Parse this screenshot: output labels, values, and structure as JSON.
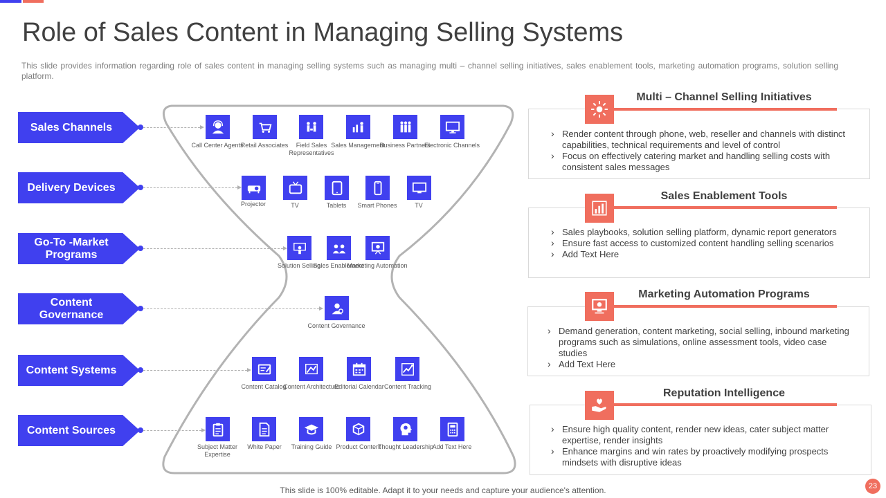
{
  "title": "Role of Sales Content in Managing Selling Systems",
  "subtitle": "This slide provides information regarding role of sales content in managing selling systems such as managing multi – channel selling initiatives, sales enablement tools, marketing automation programs, solution selling platform.",
  "colors": {
    "primary": "#4040ef",
    "accent": "#f06e5e",
    "text": "#404040",
    "border": "#d9d9d9"
  },
  "rows": [
    {
      "label": "Sales Channels",
      "items": [
        {
          "label": "Call Center Agents",
          "icon": "call-center-agent-icon"
        },
        {
          "label": "Retail Associates",
          "icon": "retail-cart-icon"
        },
        {
          "label": "Field Sales Representatives",
          "icon": "field-sales-people-icon"
        },
        {
          "label": "Sales Management",
          "icon": "sales-management-icon"
        },
        {
          "label": "Business Partners",
          "icon": "business-partners-icon"
        },
        {
          "label": "Electronic Channels",
          "icon": "electronic-channel-icon"
        }
      ]
    },
    {
      "label": "Delivery Devices",
      "items": [
        {
          "label": "Projector",
          "icon": "projector-icon"
        },
        {
          "label": "TV",
          "icon": "retro-tv-icon"
        },
        {
          "label": "Tablets",
          "icon": "tablet-icon"
        },
        {
          "label": "Smart Phones",
          "icon": "smartphone-icon"
        },
        {
          "label": "TV",
          "icon": "monitor-tv-icon"
        }
      ]
    },
    {
      "label": "Go-To -Market Programs",
      "items": [
        {
          "label": "Solution Selling",
          "icon": "solution-selling-icon"
        },
        {
          "label": "Sales Enablement",
          "icon": "sales-enablement-icon"
        },
        {
          "label": "Marketing Automation",
          "icon": "marketing-automation-icon"
        }
      ]
    },
    {
      "label": "Content Governance",
      "items": [
        {
          "label": "Content Governance",
          "icon": "content-governance-icon"
        }
      ]
    },
    {
      "label": "Content Systems",
      "items": [
        {
          "label": "Content Catalog",
          "icon": "content-catalog-icon"
        },
        {
          "label": "Content Architecture",
          "icon": "content-architecture-icon"
        },
        {
          "label": "Editorial Calendar",
          "icon": "calendar-icon"
        },
        {
          "label": "Content Tracking",
          "icon": "tracking-chart-icon"
        }
      ]
    },
    {
      "label": "Content Sources",
      "items": [
        {
          "label": "Subject Matter Expertise",
          "icon": "clipboard-checklist-icon"
        },
        {
          "label": "White Paper",
          "icon": "document-icon"
        },
        {
          "label": "Training Guide",
          "icon": "graduation-cap-icon"
        },
        {
          "label": "Product Content",
          "icon": "product-box-icon"
        },
        {
          "label": "Thought Leadership",
          "icon": "thought-head-icon"
        },
        {
          "label": "Add Text Here",
          "icon": "calculator-icon"
        }
      ]
    }
  ],
  "cards": [
    {
      "heading": "Multi – Channel Selling Initiatives",
      "icon": "sun-network-icon",
      "bullets": [
        "Render content through phone, web, reseller and channels with distinct capabilities, technical requirements  and level  of control",
        "Focus on effectively  catering market and handling selling costs with consistent sales messages"
      ]
    },
    {
      "heading": "Sales Enablement Tools",
      "icon": "bar-chart-icon",
      "bullets": [
        "Sales playbooks, solution selling platform,  dynamic report generators",
        "Ensure fast access to customized content handling  selling scenarios",
        "Add Text Here"
      ]
    },
    {
      "heading": "Marketing Automation Programs",
      "icon": "automation-monitor-icon",
      "bullets": [
        "Demand  generation,  content  marketing,  social  selling,  inbound marketing programs  such as simulations,  online assessment tools, video case studies",
        "Add Text Here"
      ]
    },
    {
      "heading": "Reputation Intelligence",
      "icon": "hand-heart-icon",
      "bullets": [
        "Ensure high quality content, render new ideas, cater subject matter expertise, render insights",
        "Enhance margins and win rates by proactively  modifying prospects mindsets with disruptive  ideas"
      ]
    }
  ],
  "footer": "This slide is 100% editable. Adapt it to your needs and capture your audience's attention.",
  "page_number": "23"
}
